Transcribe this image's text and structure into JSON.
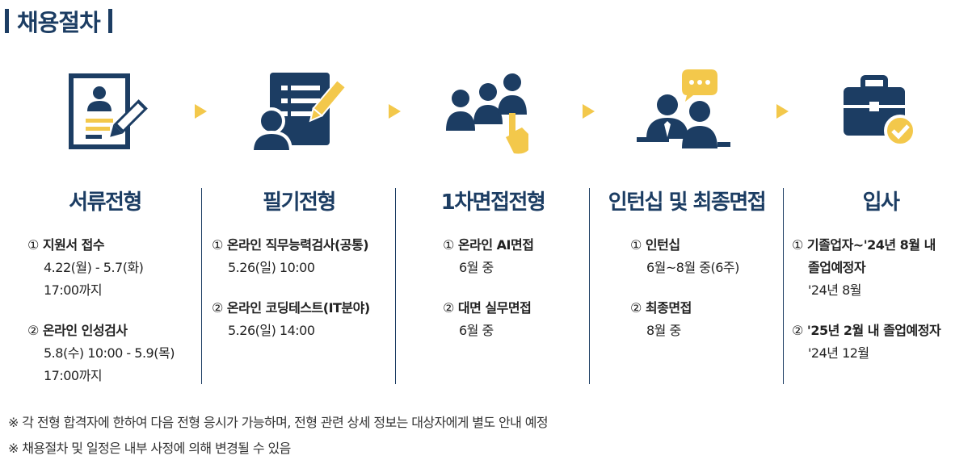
{
  "page": {
    "title": "채용절차"
  },
  "colors": {
    "navy": "#1c3d63",
    "yellow": "#f3c84b"
  },
  "stages": [
    {
      "icon": "resume-icon",
      "title": "서류전형",
      "items": [
        {
          "num": "①",
          "title": "지원서 접수",
          "lines": [
            "4.22(월) - 5.7(화)",
            "17:00까지"
          ]
        },
        {
          "num": "②",
          "title": "온라인 인성검사",
          "lines": [
            "5.8(수) 10:00 - 5.9(목)",
            "17:00까지"
          ]
        }
      ]
    },
    {
      "icon": "written-test-icon",
      "title": "필기전형",
      "items": [
        {
          "num": "①",
          "title": "온라인 직무능력검사(공통)",
          "lines": [
            "5.26(일) 10:00"
          ]
        },
        {
          "num": "②",
          "title": "온라인 코딩테스트(IT분야)",
          "lines": [
            "5.26(일) 14:00"
          ]
        }
      ]
    },
    {
      "icon": "interview-group-icon",
      "title": "1차면접전형",
      "items": [
        {
          "num": "①",
          "title": "온라인 AI면접",
          "lines": [
            "6월 중"
          ]
        },
        {
          "num": "②",
          "title": "대면 실무면접",
          "lines": [
            "6월 중"
          ]
        }
      ]
    },
    {
      "icon": "final-interview-icon",
      "title": "인턴십 및 최종면접",
      "items": [
        {
          "num": "①",
          "title": "인턴십",
          "lines": [
            "6월~8월 중(6주)"
          ]
        },
        {
          "num": "②",
          "title": "최종면접",
          "lines": [
            "8월 중"
          ]
        }
      ]
    },
    {
      "icon": "briefcase-check-icon",
      "title": "입사",
      "items": [
        {
          "num": "①",
          "title": "기졸업자~'24년 8월 내",
          "lines_bold": [
            "졸업예정자"
          ],
          "lines": [
            "'24년 8월"
          ]
        },
        {
          "num": "②",
          "title": "'25년 2월 내 졸업예정자",
          "lines": [
            "'24년 12월"
          ]
        }
      ]
    }
  ],
  "notes": [
    "※ 각 전형 합격자에 한하여 다음 전형 응시가 가능하며, 전형 관련 상세 정보는 대상자에게 별도 안내 예정",
    "※ 채용절차 및 일정은 내부 사정에 의해 변경될 수 있음"
  ]
}
